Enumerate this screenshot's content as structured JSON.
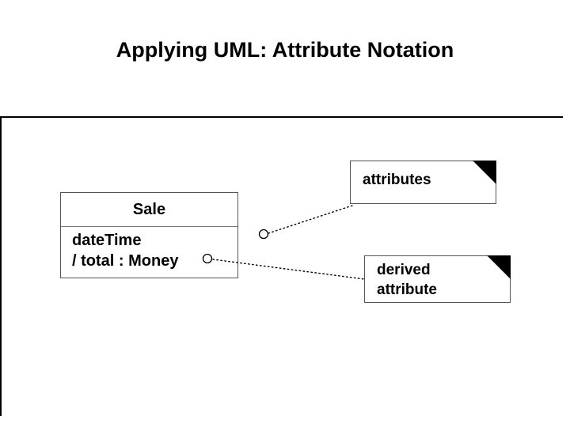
{
  "slide": {
    "title": "Applying UML: Attribute Notation",
    "background_color": "#ffffff",
    "text_color": "#000000",
    "rule_color": "#000000"
  },
  "diagram": {
    "class_box": {
      "name": "Sale",
      "attributes": [
        "dateTime",
        "/ total : Money"
      ],
      "border_color": "#555555"
    },
    "notes": [
      {
        "id": "attributes",
        "text": "attributes",
        "fold_color": "#000000",
        "border_color": "#555555"
      },
      {
        "id": "derived",
        "text": "derived\nattribute",
        "fold_color": "#000000",
        "border_color": "#555555"
      }
    ],
    "anchors": [
      {
        "id": "attributes-anchor",
        "shape": "circle"
      },
      {
        "id": "derived-anchor",
        "shape": "circle"
      }
    ],
    "connectors": [
      {
        "id": "attributes-connector",
        "style": "dotted"
      },
      {
        "id": "derived-connector",
        "style": "dotted"
      }
    ]
  }
}
